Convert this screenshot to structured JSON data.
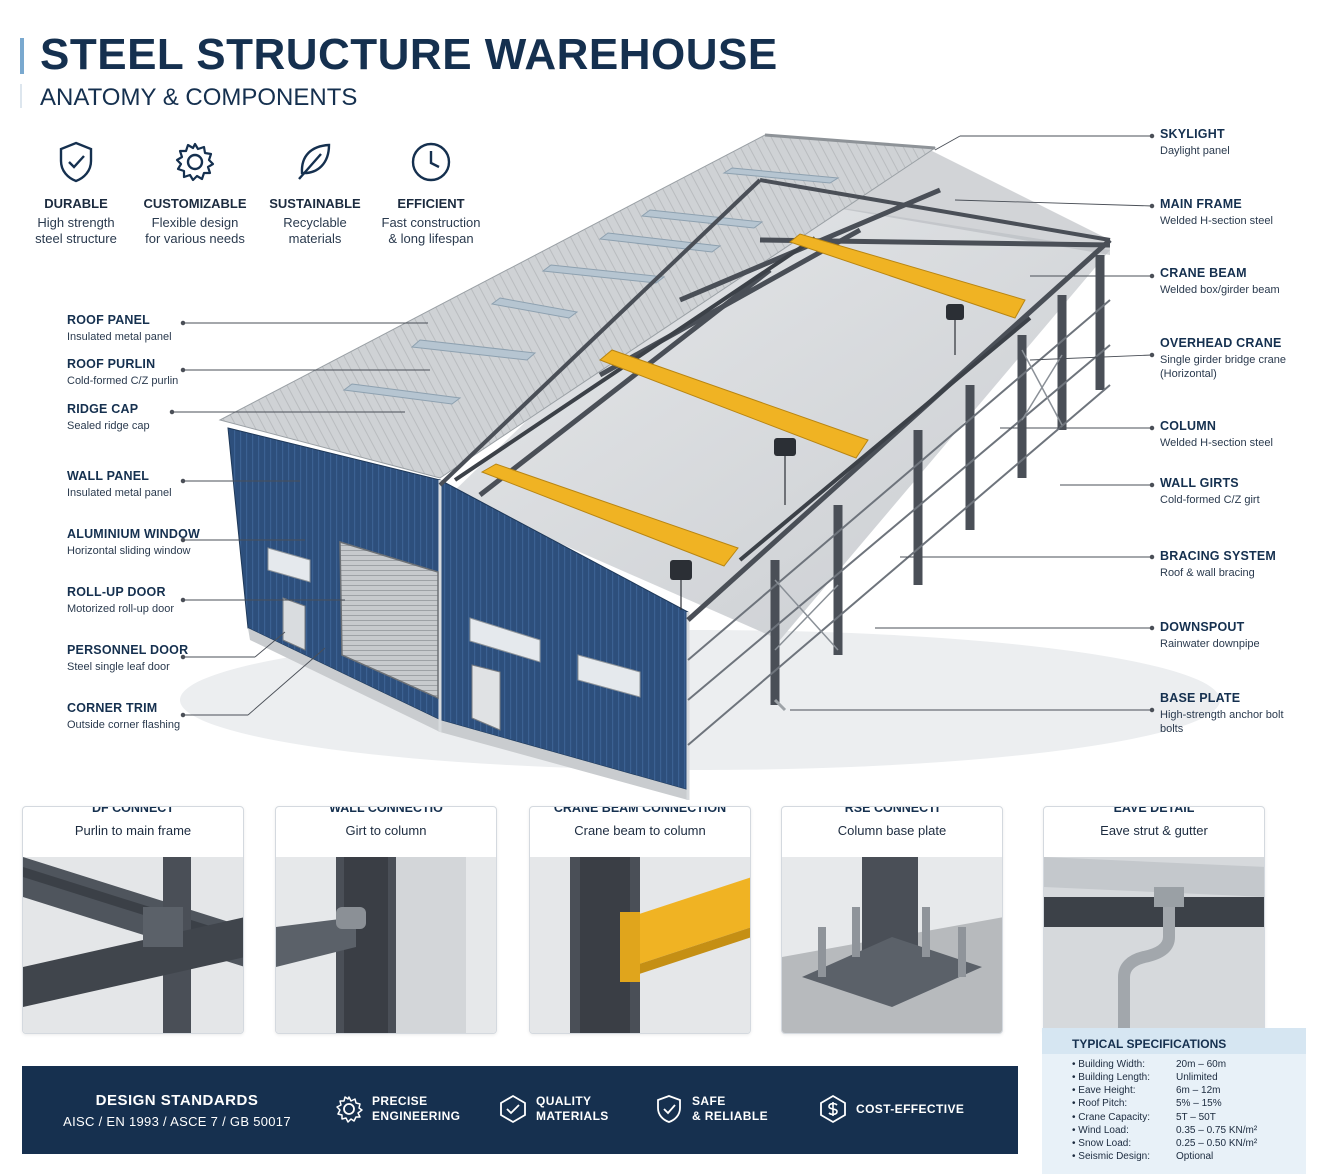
{
  "title": "STEEL STRUCTURE WAREHOUSE",
  "subtitle": "ANATOMY & COMPONENTS",
  "features": [
    {
      "icon": "shield-check-icon",
      "title": "DURABLE",
      "desc": "High strength\nsteel structure"
    },
    {
      "icon": "gear-icon",
      "title": "CUSTOMIZABLE",
      "desc": "Flexible design\nfor various needs"
    },
    {
      "icon": "leaf-icon",
      "title": "SUSTAINABLE",
      "desc": "Recyclable\nmaterials"
    },
    {
      "icon": "clock-icon",
      "title": "EFFICIENT",
      "desc": "Fast construction\n& long lifespan"
    }
  ],
  "left_callouts": [
    {
      "title": "ROOF PANEL",
      "desc": "Insulated metal panel"
    },
    {
      "title": "ROOF PURLIN",
      "desc": "Cold-formed C/Z purlin"
    },
    {
      "title": "RIDGE CAP",
      "desc": "Sealed ridge cap"
    },
    {
      "title": "WALL PANEL",
      "desc": "Insulated metal panel"
    },
    {
      "title": "ALUMINIUM WINDOW",
      "desc": "Horizontal sliding window"
    },
    {
      "title": "ROLL-UP DOOR",
      "desc": "Motorized roll-up door"
    },
    {
      "title": "PERSONNEL DOOR",
      "desc": "Steel single leaf door"
    },
    {
      "title": "CORNER TRIM",
      "desc": "Outside corner flashing"
    }
  ],
  "right_callouts": [
    {
      "title": "SKYLIGHT",
      "desc": "Daylight panel"
    },
    {
      "title": "MAIN FRAME",
      "desc": "Welded H-section steel"
    },
    {
      "title": "CRANE BEAM",
      "desc": "Welded box/girder beam"
    },
    {
      "title": "OVERHEAD CRANE",
      "desc": "Single girder bridge crane\n(Horizontal)"
    },
    {
      "title": "COLUMN",
      "desc": "Welded H-section steel"
    },
    {
      "title": "WALL GIRTS",
      "desc": "Cold-formed C/Z girt"
    },
    {
      "title": "BRACING SYSTEM",
      "desc": "Roof & wall bracing"
    },
    {
      "title": "DOWNSPOUT",
      "desc": "Rainwater downpipe"
    },
    {
      "title": "BASE PLATE",
      "desc": "High-strength anchor bolt\nbolts"
    }
  ],
  "details": [
    {
      "title": "DF CONNECT",
      "desc": "Purlin to main frame"
    },
    {
      "title": "WALL CONNECTIO",
      "desc": "Girt to column"
    },
    {
      "title": "CRANE BEAM CONNECTION",
      "desc": "Crane beam to column"
    },
    {
      "title": "RSE CONNECTI",
      "desc": "Column base plate"
    },
    {
      "title": "EAVE DETAIL",
      "desc": "Eave strut & gutter"
    }
  ],
  "standards": {
    "title": "DESIGN STANDARDS",
    "desc": "AISC / EN 1993 / ASCE 7 / GB 50017",
    "badges": [
      {
        "icon": "gear-icon",
        "label": "PRECISE\nENGINEERING"
      },
      {
        "icon": "quality-icon",
        "label": "QUALITY\nMATERIALS"
      },
      {
        "icon": "shield-check-icon",
        "label": "SAFE\n& RELIABLE"
      },
      {
        "icon": "money-icon",
        "label": "COST-EFFECTIVE"
      }
    ]
  },
  "specs": {
    "title": "TYPICAL SPECIFICATIONS",
    "rows": [
      {
        "key": "• Building Width:",
        "value": "20m – 60m"
      },
      {
        "key": "• Building Length:",
        "value": "Unlimited"
      },
      {
        "key": "• Eave Height:",
        "value": "6m – 12m"
      },
      {
        "key": "• Roof Pitch:",
        "value": "5% – 15%"
      },
      {
        "key": "• Crane Capacity:",
        "value": "5T – 50T"
      },
      {
        "key": "• Wind Load:",
        "value": "0.35 – 0.75 KN/m²"
      },
      {
        "key": "• Snow Load:",
        "value": "0.25 – 0.50 KN/m²"
      },
      {
        "key": "• Seismic Design:",
        "value": "Optional"
      }
    ]
  },
  "colors": {
    "navy": "#15304f",
    "wall_blue": "#2d4f7c",
    "crane_yellow": "#f0b323",
    "steel": "#4a4f57"
  }
}
